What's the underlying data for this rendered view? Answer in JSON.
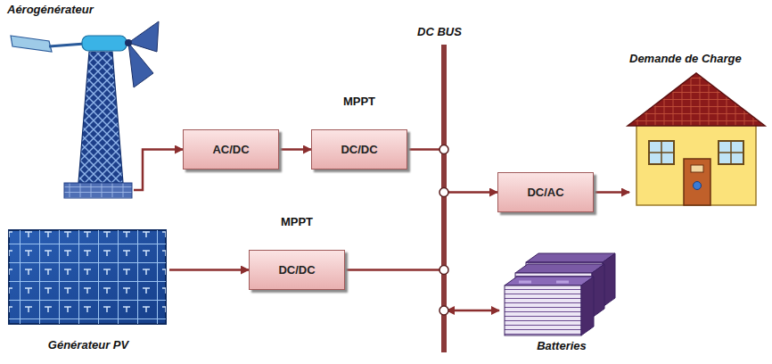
{
  "diagram": {
    "nodes": [
      {
        "text": [
          "Aérogénérateur"
        ]
      },
      {
        "text": [
          "AC/DC"
        ]
      },
      {
        "text": [
          "MPPT",
          "DC/DC"
        ]
      },
      {
        "text": [
          "DC BUS"
        ]
      },
      {
        "text": [
          "Demande de Charge"
        ]
      },
      {
        "text": [
          "DC/AC"
        ]
      },
      {
        "text": [
          "MPPT",
          "DC/DC"
        ]
      },
      {
        "text": [
          "Générateur PV"
        ]
      },
      {
        "text": [
          "Batteries"
        ]
      }
    ],
    "edges": [
      {
        "from": 0,
        "to": 1,
        "arrow": "to"
      },
      {
        "from": 1,
        "to": 2,
        "arrow": "to"
      },
      {
        "from": 2,
        "to": 3,
        "arrow": "none"
      },
      {
        "from": 3,
        "to": 5,
        "arrow": "to"
      },
      {
        "from": 5,
        "to": 4,
        "arrow": "to"
      },
      {
        "from": 7,
        "to": 6,
        "arrow": "to"
      },
      {
        "from": 6,
        "to": 3,
        "arrow": "none"
      },
      {
        "from": 3,
        "to": 8,
        "arrow": "both"
      }
    ]
  }
}
